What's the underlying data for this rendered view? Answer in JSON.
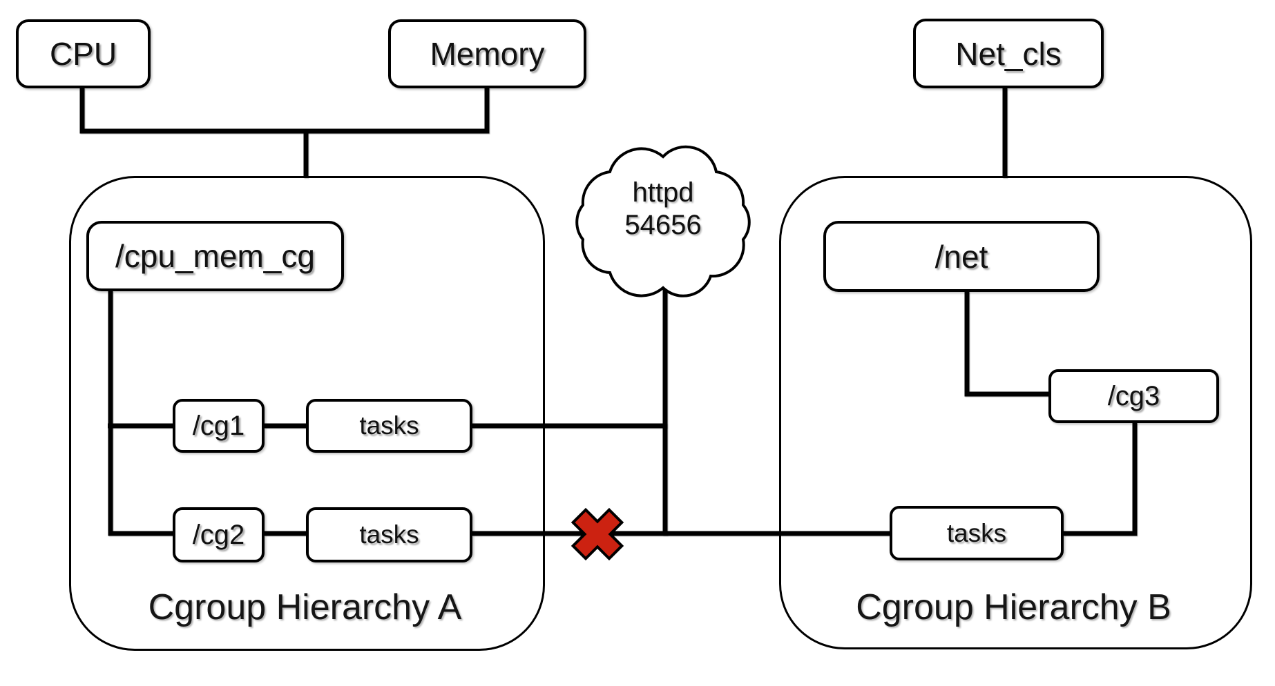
{
  "controllers": {
    "cpu": "CPU",
    "memory": "Memory",
    "net_cls": "Net_cls"
  },
  "hierarchy_a": {
    "label": "Cgroup Hierarchy A",
    "root": "/cpu_mem_cg",
    "cg1": "/cg1",
    "cg1_tasks": "tasks",
    "cg2": "/cg2",
    "cg2_tasks": "tasks"
  },
  "hierarchy_b": {
    "label": "Cgroup Hierarchy B",
    "root": "/net",
    "cg3": "/cg3",
    "tasks": "tasks"
  },
  "process_cloud": {
    "name": "httpd",
    "pid": "54656"
  },
  "colors": {
    "cross_red": "#cc2211",
    "line": "#000000"
  }
}
